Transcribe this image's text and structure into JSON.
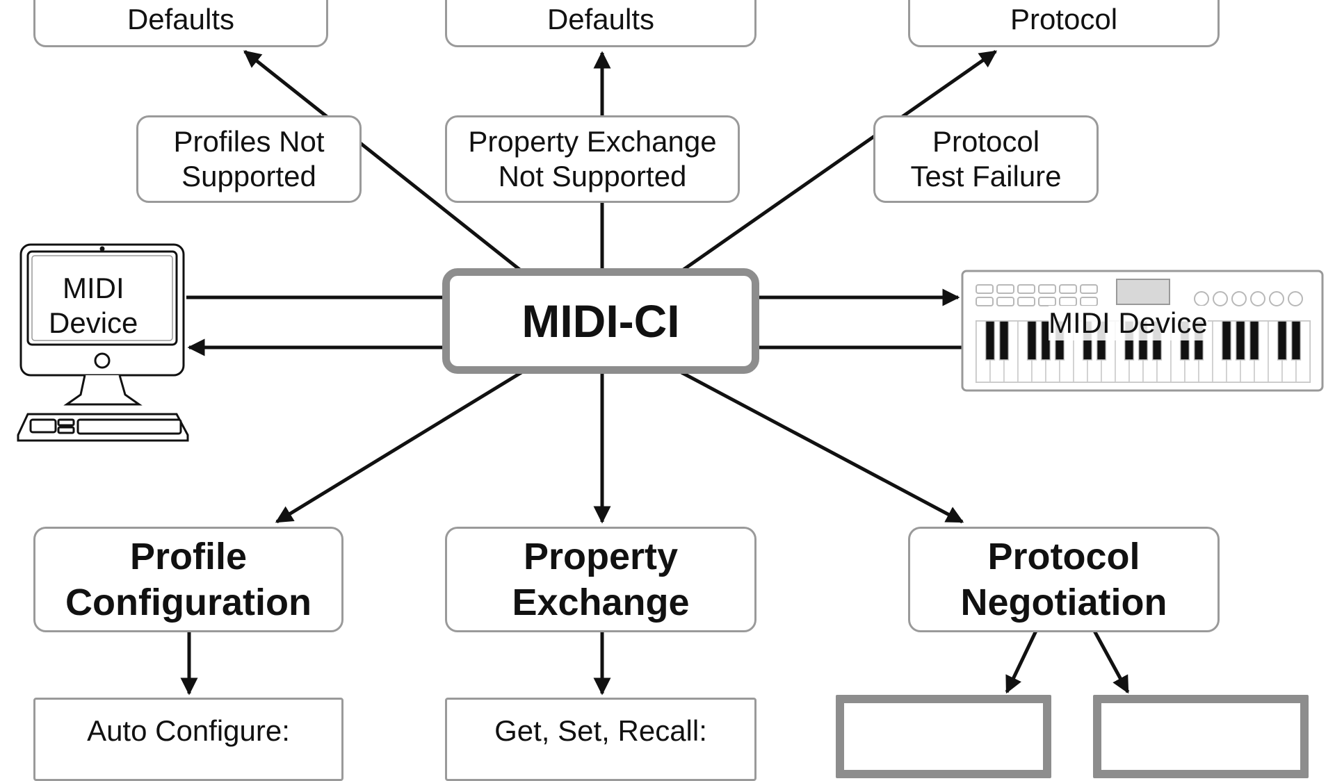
{
  "top_row": [
    {
      "line1": "Defaults"
    },
    {
      "line1": "Defaults"
    },
    {
      "line1": "Protocol"
    }
  ],
  "fallbacks": [
    {
      "line1": "Profiles Not",
      "line2": "Supported"
    },
    {
      "line1": "Property Exchange",
      "line2": "Not Supported"
    },
    {
      "line1": "Protocol",
      "line2": "Test Failure"
    }
  ],
  "hub": {
    "label": "MIDI-CI"
  },
  "left_device": {
    "line1": "MIDI",
    "line2": "Device"
  },
  "right_device": {
    "label": "MIDI Device"
  },
  "features": [
    {
      "line1": "Profile",
      "line2": "Configuration"
    },
    {
      "line1": "Property",
      "line2": "Exchange"
    },
    {
      "line1": "Protocol",
      "line2": "Negotiation"
    }
  ],
  "bottom_row": [
    {
      "line1": "Auto Configure:"
    },
    {
      "line1": "Get, Set, Recall:"
    }
  ]
}
